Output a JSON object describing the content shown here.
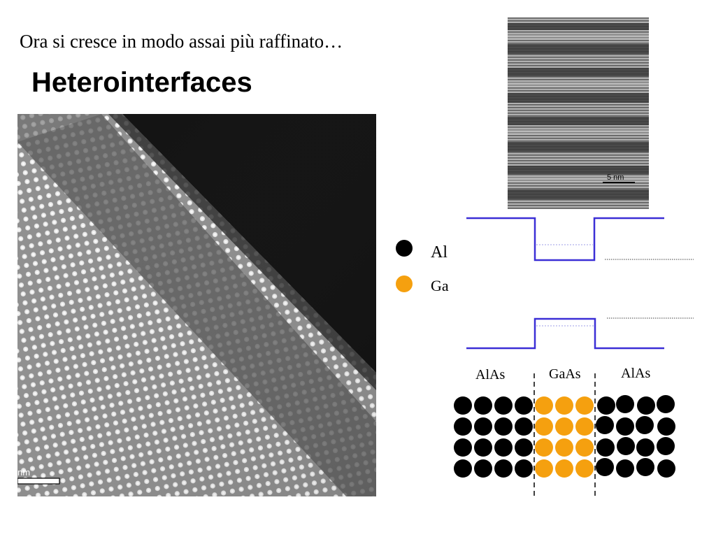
{
  "header": {
    "subtitle": "Ora si cresce in modo assai più raffinato…",
    "title": "Heterointerfaces"
  },
  "tem_large": {
    "scale_label": "nm"
  },
  "tem_small": {
    "scale_label": "5 nm"
  },
  "legend": {
    "items": [
      {
        "label": "Al",
        "color": "#000000"
      },
      {
        "label": "Ga",
        "color": "#f5a00f"
      }
    ]
  },
  "layers": [
    {
      "label": "AlAs"
    },
    {
      "label": "GaAs"
    },
    {
      "label": "AlAs"
    }
  ],
  "colors": {
    "band_line": "#3b2fd6",
    "al_atom": "#000000",
    "ga_atom": "#f5a00f"
  }
}
